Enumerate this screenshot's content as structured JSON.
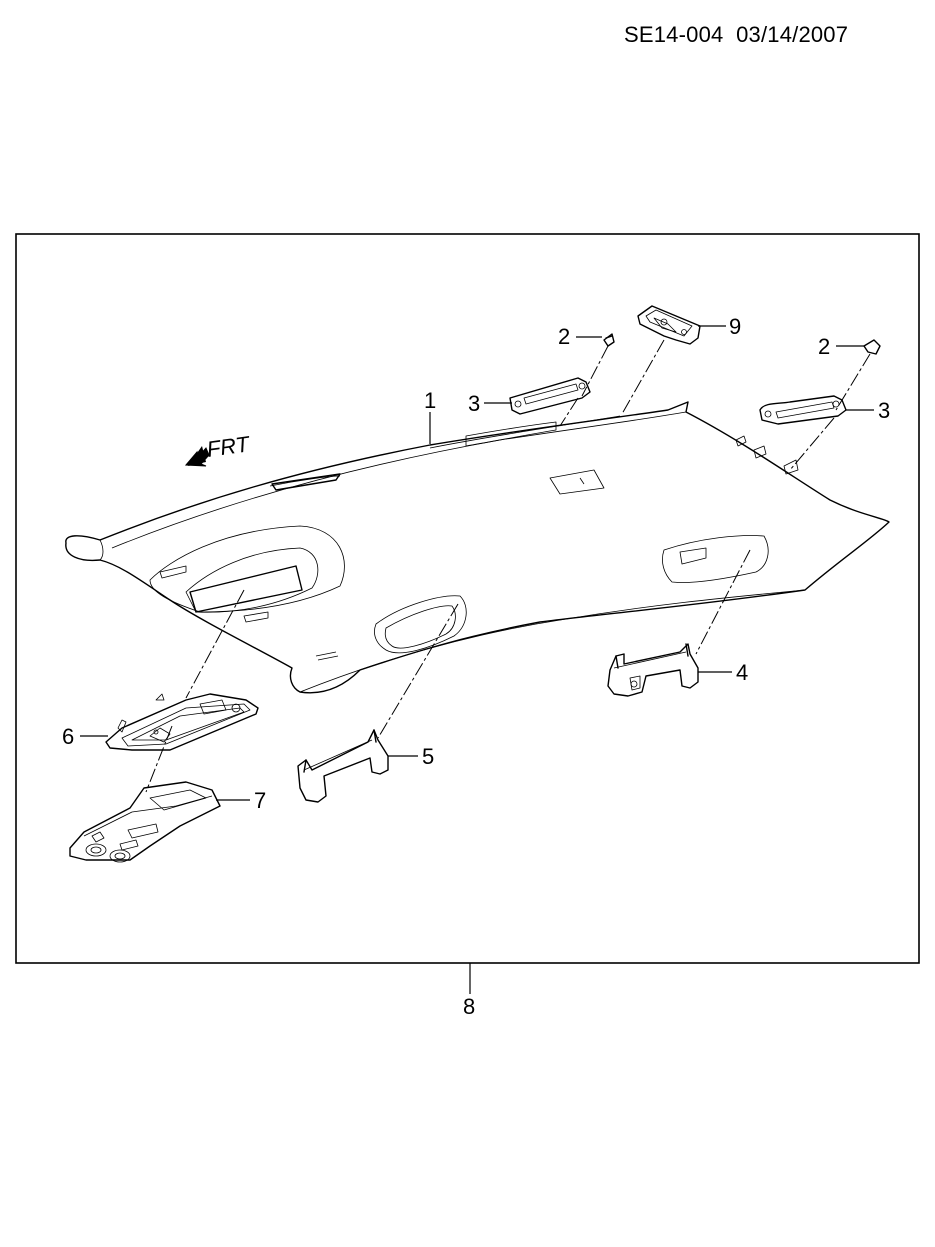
{
  "header": {
    "doc_id": "SE14-004  03/14/2007"
  },
  "orientation": {
    "label": "FRT"
  },
  "callouts": {
    "c1": "1",
    "c2a": "2",
    "c2b": "2",
    "c3a": "3",
    "c3b": "3",
    "c4": "4",
    "c5": "5",
    "c6": "6",
    "c7": "7",
    "c8": "8",
    "c9": "9"
  }
}
